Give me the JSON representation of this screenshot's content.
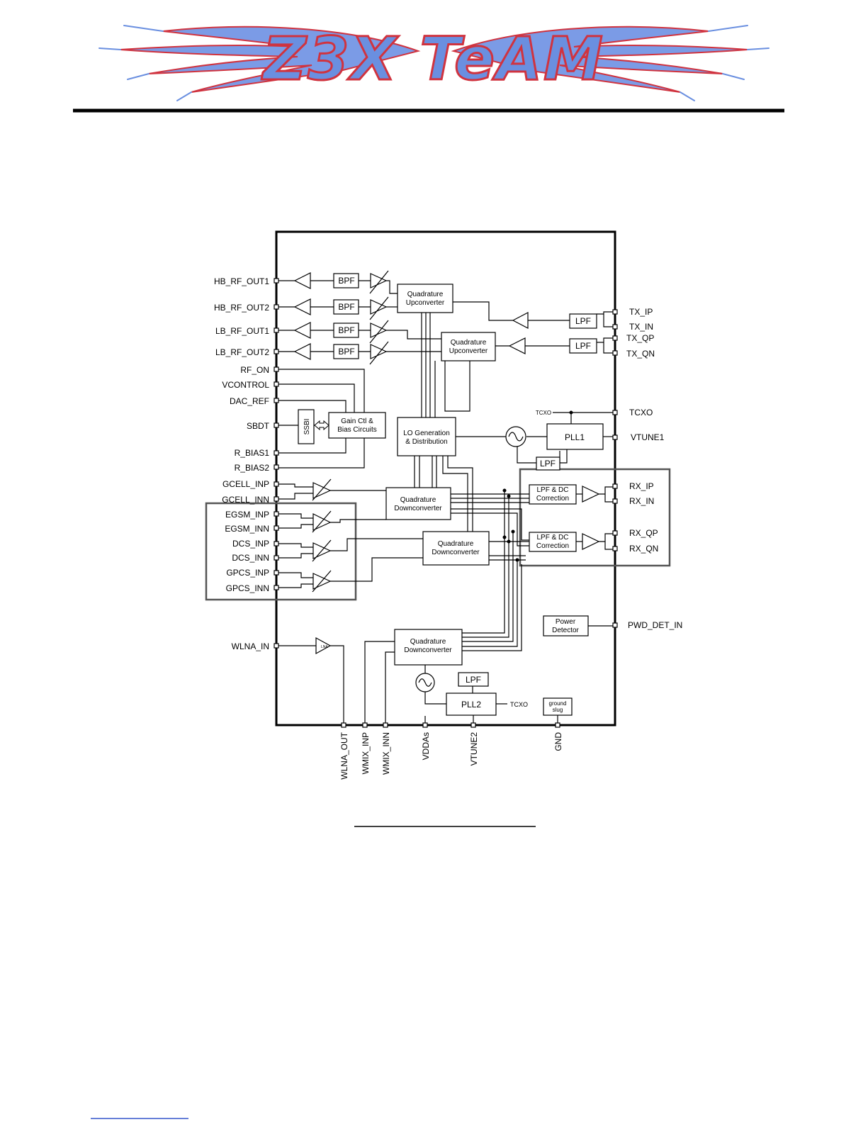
{
  "header": {
    "logo_text": "Z3X TeAM",
    "logo_fill": "#6a8fe0",
    "logo_outline": "#d0333f"
  },
  "diagram": {
    "left_pins": [
      "HB_RF_OUT1",
      "HB_RF_OUT2",
      "LB_RF_OUT1",
      "LB_RF_OUT2",
      "RF_ON",
      "VCONTROL",
      "DAC_REF",
      "SBDT",
      "R_BIAS1",
      "R_BIAS2",
      "GCELL_INP",
      "GCELL_INN",
      "EGSM_INP",
      "EGSM_INN",
      "DCS_INP",
      "DCS_INN",
      "GPCS_INP",
      "GPCS_INN",
      "WLNA_IN"
    ],
    "right_pins": [
      "TX_IP",
      "TX_IN",
      "TX_QP",
      "TX_QN",
      "TCXO",
      "VTUNE1",
      "RX_IP",
      "RX_IN",
      "RX_QP",
      "RX_QN",
      "PWD_DET_IN"
    ],
    "bottom_pins": [
      "WLNA_OUT",
      "WMIX_INP",
      "WMIX_INN",
      "VDDAs",
      "VTUNE2",
      "GND"
    ],
    "blocks": {
      "bpf": "BPF",
      "quad_up": [
        "Quadrature",
        "Upconverter"
      ],
      "quad_down": [
        "Quadrature",
        "Downconverter"
      ],
      "lpf": "LPF",
      "ssbi": "SSBI",
      "gain_ctl": [
        "Gain Ctl &",
        "Bias Circuits"
      ],
      "lo_gen": [
        "LO Generation",
        "& Distribution"
      ],
      "pll1": "PLL1",
      "pll2": "PLL2",
      "tcxo": "TCXO",
      "lpf_dc": [
        "LPF & DC",
        "Correction"
      ],
      "power_det": [
        "Power",
        "Detector"
      ],
      "ground_slug": [
        "ground",
        "slug"
      ],
      "lna": "LNA"
    }
  }
}
